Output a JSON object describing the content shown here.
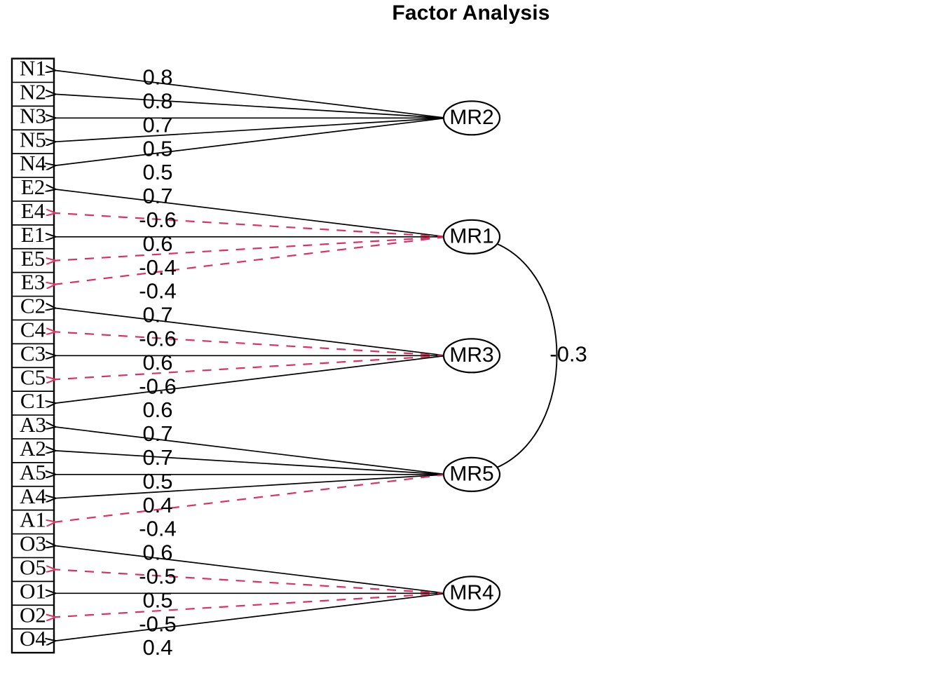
{
  "title": "Factor Analysis",
  "chart_data": {
    "type": "diagram",
    "title": "Factor Analysis",
    "subtype": "factor-analysis-path-diagram",
    "colors": {
      "positive_loading": "#000000",
      "negative_loading": "#DE3163",
      "background": "#FFFFFF",
      "node_fill": "#FFFFFF"
    },
    "legend": {
      "positive": "solid black arrow",
      "negative": "dashed crimson arrow"
    },
    "manifest_variables": [
      "N1",
      "N2",
      "N3",
      "N5",
      "N4",
      "E2",
      "E4",
      "E1",
      "E5",
      "E3",
      "C2",
      "C4",
      "C3",
      "C5",
      "C1",
      "A3",
      "A2",
      "A5",
      "A4",
      "A1",
      "O3",
      "O5",
      "O1",
      "O2",
      "O4"
    ],
    "factors": [
      {
        "name": "MR2",
        "index": 0
      },
      {
        "name": "MR1",
        "index": 1
      },
      {
        "name": "MR3",
        "index": 2
      },
      {
        "name": "MR5",
        "index": 3
      },
      {
        "name": "MR4",
        "index": 4
      }
    ],
    "loadings": [
      {
        "variable": "N1",
        "factor": "MR2",
        "value": 0.8,
        "label": "0.8"
      },
      {
        "variable": "N2",
        "factor": "MR2",
        "value": 0.8,
        "label": "0.8"
      },
      {
        "variable": "N3",
        "factor": "MR2",
        "value": 0.7,
        "label": "0.7"
      },
      {
        "variable": "N5",
        "factor": "MR2",
        "value": 0.5,
        "label": "0.5"
      },
      {
        "variable": "N4",
        "factor": "MR2",
        "value": 0.5,
        "label": "0.5"
      },
      {
        "variable": "E2",
        "factor": "MR1",
        "value": 0.7,
        "label": "0.7"
      },
      {
        "variable": "E4",
        "factor": "MR1",
        "value": -0.6,
        "label": "-0.6"
      },
      {
        "variable": "E1",
        "factor": "MR1",
        "value": 0.6,
        "label": "0.6"
      },
      {
        "variable": "E5",
        "factor": "MR1",
        "value": -0.4,
        "label": "-0.4"
      },
      {
        "variable": "E3",
        "factor": "MR1",
        "value": -0.4,
        "label": "-0.4"
      },
      {
        "variable": "C2",
        "factor": "MR3",
        "value": 0.7,
        "label": "0.7"
      },
      {
        "variable": "C4",
        "factor": "MR3",
        "value": -0.6,
        "label": "-0.6"
      },
      {
        "variable": "C3",
        "factor": "MR3",
        "value": 0.6,
        "label": "0.6"
      },
      {
        "variable": "C5",
        "factor": "MR3",
        "value": -0.6,
        "label": "-0.6"
      },
      {
        "variable": "C1",
        "factor": "MR3",
        "value": 0.6,
        "label": "0.6"
      },
      {
        "variable": "A3",
        "factor": "MR5",
        "value": 0.7,
        "label": "0.7"
      },
      {
        "variable": "A2",
        "factor": "MR5",
        "value": 0.7,
        "label": "0.7"
      },
      {
        "variable": "A5",
        "factor": "MR5",
        "value": 0.5,
        "label": "0.5"
      },
      {
        "variable": "A4",
        "factor": "MR5",
        "value": 0.4,
        "label": "0.4"
      },
      {
        "variable": "A1",
        "factor": "MR5",
        "value": -0.4,
        "label": "-0.4"
      },
      {
        "variable": "O3",
        "factor": "MR4",
        "value": 0.6,
        "label": "0.6"
      },
      {
        "variable": "O5",
        "factor": "MR4",
        "value": -0.5,
        "label": "-0.5"
      },
      {
        "variable": "O1",
        "factor": "MR4",
        "value": 0.5,
        "label": "0.5"
      },
      {
        "variable": "O2",
        "factor": "MR4",
        "value": -0.5,
        "label": "-0.5"
      },
      {
        "variable": "O4",
        "factor": "MR4",
        "value": 0.4,
        "label": "0.4"
      }
    ],
    "factor_correlations": [
      {
        "from": "MR1",
        "to": "MR5",
        "value": -0.3,
        "label": "-0.3"
      }
    ]
  },
  "labels": {
    "correlation_mr1_mr5": "-0.3"
  }
}
